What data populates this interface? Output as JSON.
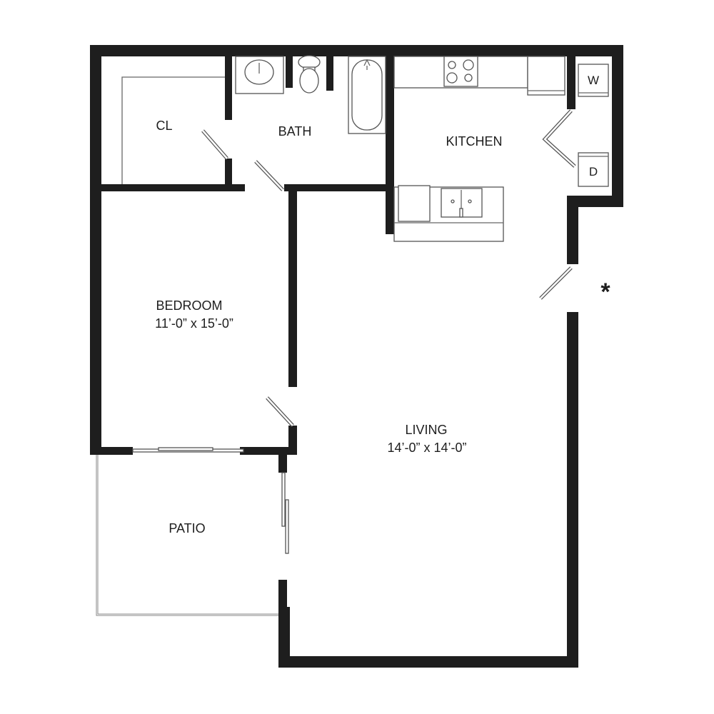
{
  "rooms": {
    "closet": {
      "name": "CL"
    },
    "bath": {
      "name": "BATH"
    },
    "kitchen": {
      "name": "KITCHEN"
    },
    "bedroom": {
      "name": "BEDROOM",
      "size": "11’-0” x 15’-0”"
    },
    "living": {
      "name": "LIVING",
      "size": "14’-0” x 14’-0”"
    },
    "patio": {
      "name": "PATIO"
    }
  },
  "appliances": {
    "washer": "W",
    "dryer": "D"
  },
  "entry_marker": "*",
  "colors": {
    "wall": "#1e1e1e",
    "fixture": "#555555"
  }
}
